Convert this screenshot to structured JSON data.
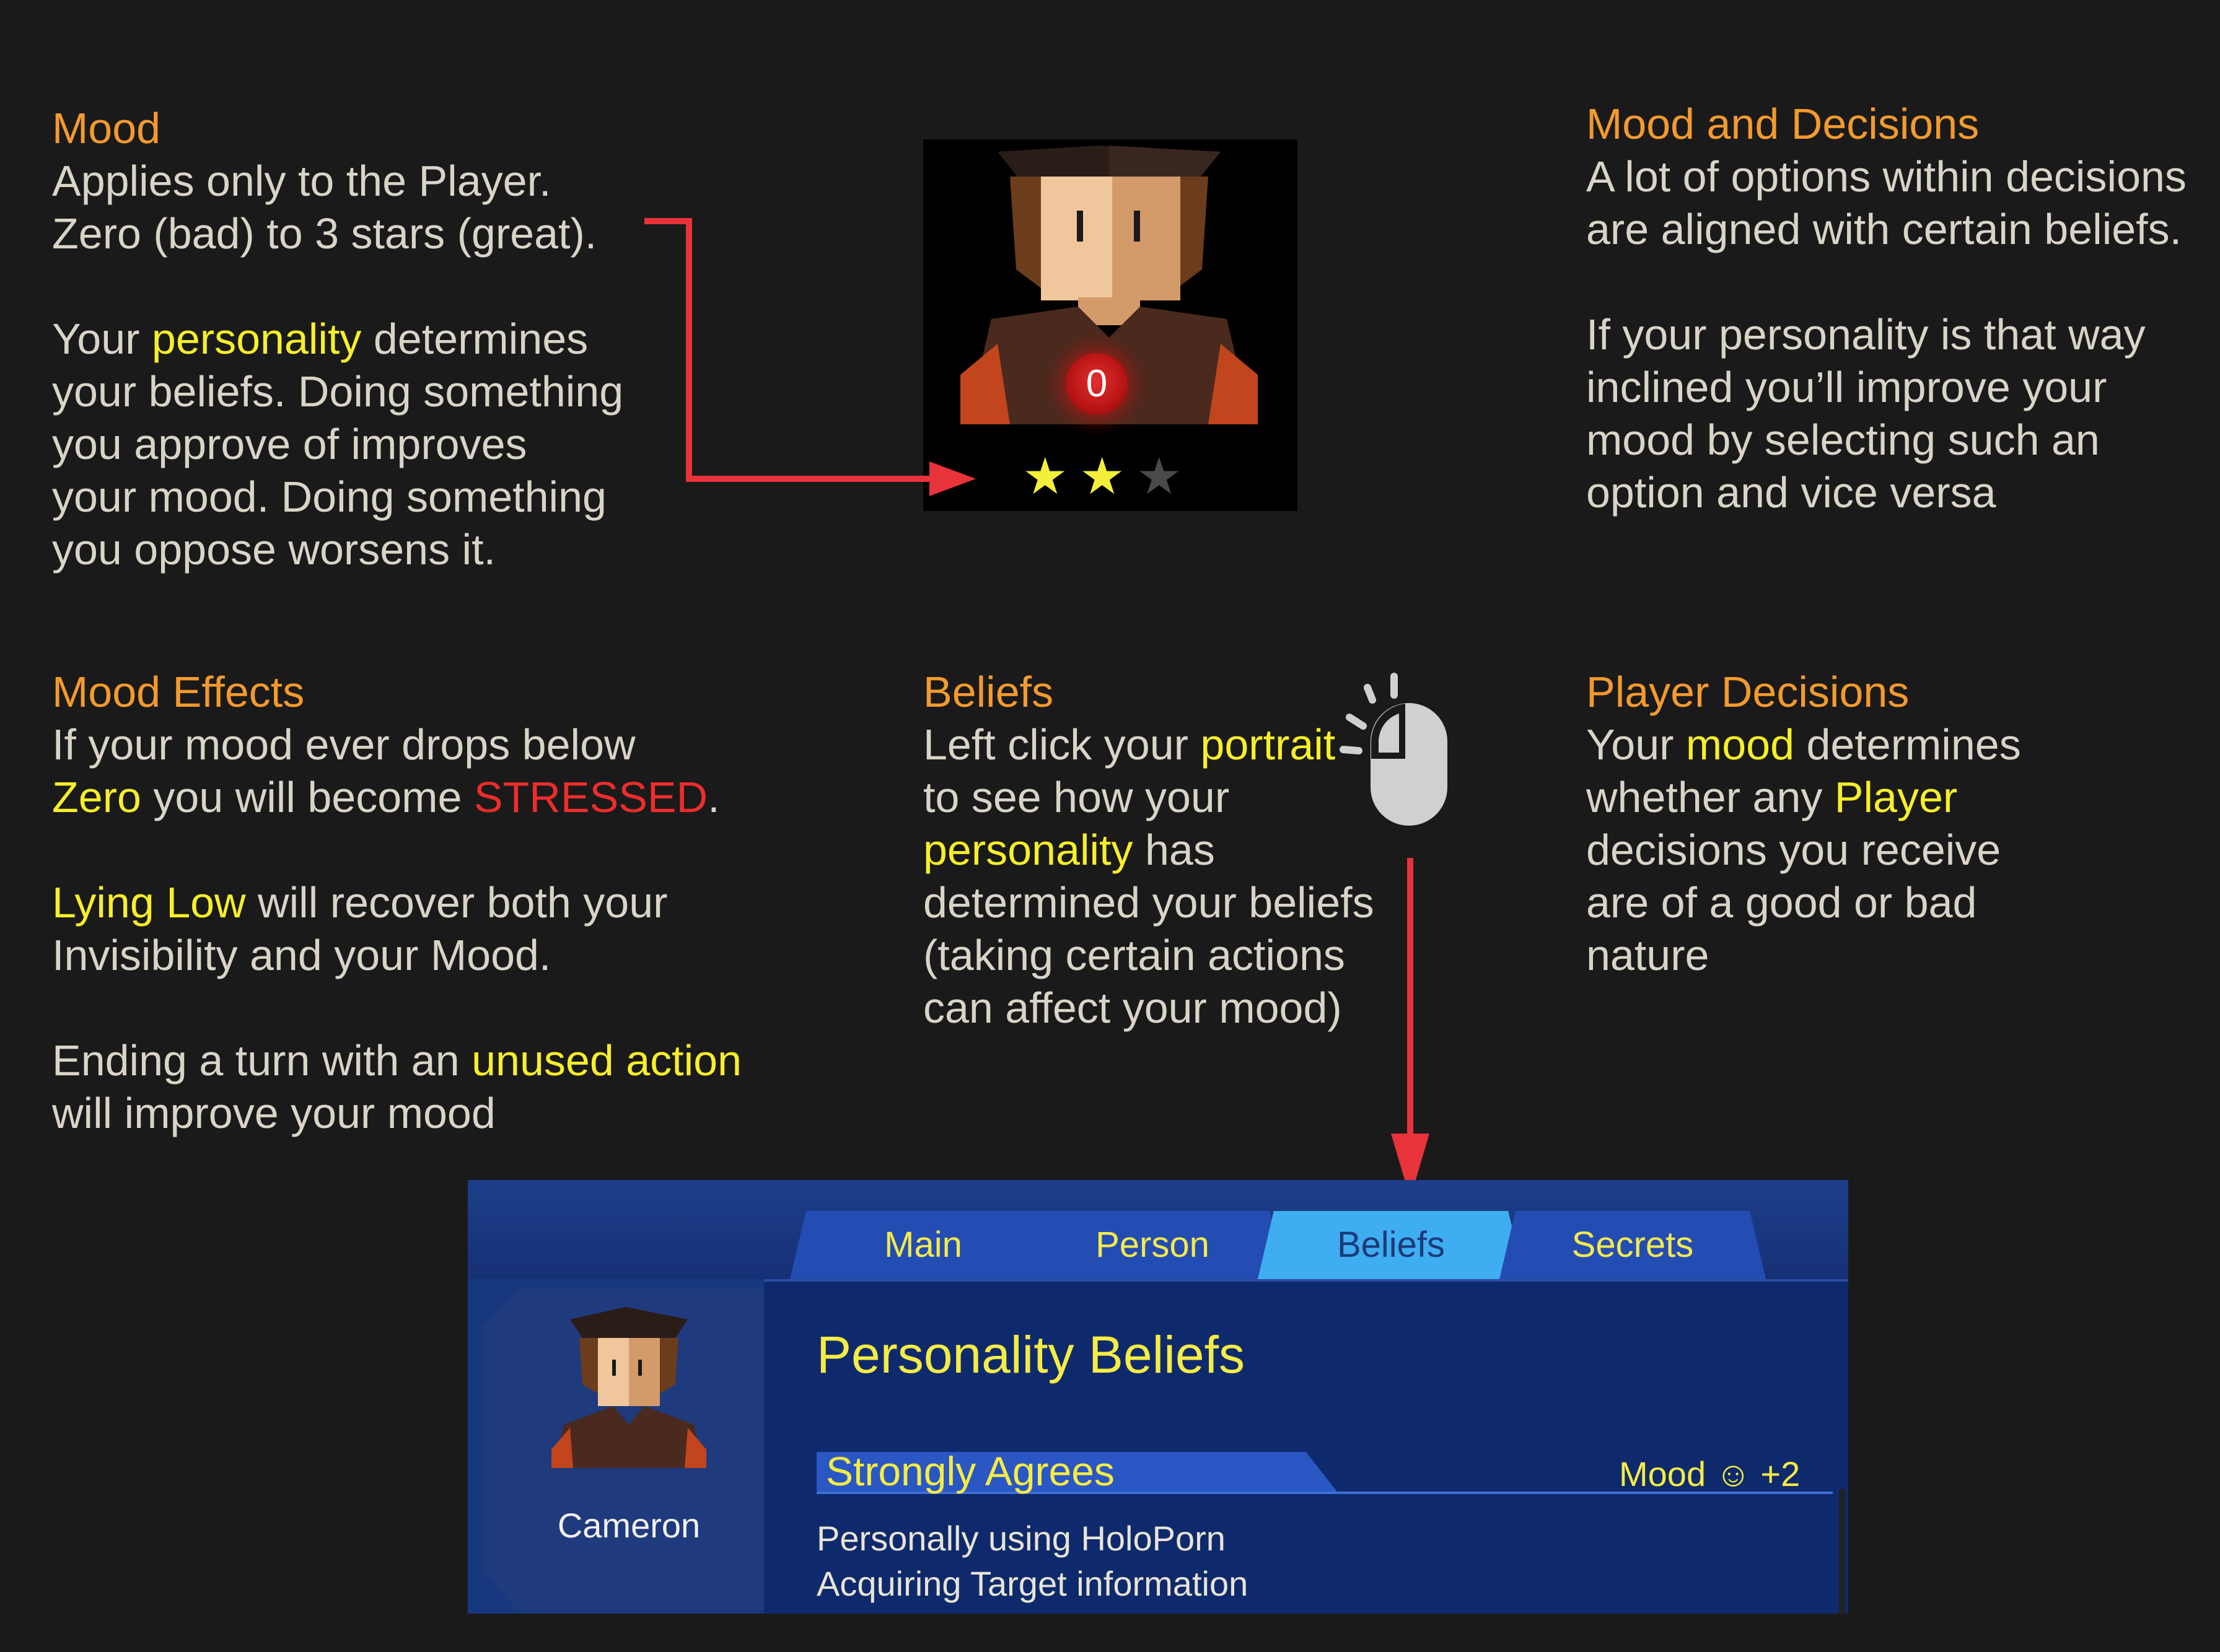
{
  "mood": {
    "title": "Mood",
    "line1": "Applies only to the Player.",
    "line2": "Zero (bad) to 3 stars (great).",
    "p2": [
      [
        {
          "t": "Your "
        },
        {
          "t": "personality",
          "hl": "yellow"
        },
        {
          "t": " determines"
        }
      ],
      [
        {
          "t": "your beliefs. Doing something"
        }
      ],
      [
        {
          "t": "you approve of improves"
        }
      ],
      [
        {
          "t": "your mood. Doing something"
        }
      ],
      [
        {
          "t": "you oppose worsens it."
        }
      ]
    ]
  },
  "mood_decisions": {
    "title": "Mood and Decisions",
    "p1": [
      "A lot of options within decisions",
      "are aligned with certain beliefs."
    ],
    "p2": [
      "If your personality is that way",
      "inclined you’ll improve your",
      "mood by selecting such an",
      "option and vice versa"
    ]
  },
  "mood_effects": {
    "title": "Mood Effects",
    "p1": [
      [
        {
          "t": "If your mood ever drops below"
        }
      ],
      [
        {
          "t": "Zero",
          "hl": "yellow"
        },
        {
          "t": " you will become "
        },
        {
          "t": "STRESSED",
          "hl": "red"
        },
        {
          "t": "."
        }
      ]
    ],
    "p2": [
      [
        {
          "t": "Lying Low",
          "hl": "yellow"
        },
        {
          "t": " will recover both your"
        }
      ],
      [
        {
          "t": "Invisibility and your Mood."
        }
      ]
    ],
    "p3": [
      [
        {
          "t": "Ending a turn with an "
        },
        {
          "t": "unused action",
          "hl": "yellow"
        }
      ],
      [
        {
          "t": "will improve your mood"
        }
      ]
    ]
  },
  "beliefs": {
    "title": "Beliefs",
    "lines": [
      [
        {
          "t": "Left click your "
        },
        {
          "t": "portrait",
          "hl": "yellow"
        }
      ],
      [
        {
          "t": "to see how your"
        }
      ],
      [
        {
          "t": "personality",
          "hl": "yellow"
        },
        {
          "t": " has"
        }
      ],
      [
        {
          "t": "determined your beliefs"
        }
      ],
      [
        {
          "t": "(taking certain actions"
        }
      ],
      [
        {
          "t": "can affect your mood)"
        }
      ]
    ]
  },
  "player_decisions": {
    "title": "Player Decisions",
    "lines": [
      [
        {
          "t": "Your "
        },
        {
          "t": "mood",
          "hl": "yellow"
        },
        {
          "t": " determines"
        }
      ],
      [
        {
          "t": "whether any "
        },
        {
          "t": "Player",
          "hl": "yellow"
        }
      ],
      [
        {
          "t": "decisions you receive"
        }
      ],
      [
        {
          "t": "are of a good or bad"
        }
      ],
      [
        {
          "t": "nature"
        }
      ]
    ]
  },
  "portrait_widget": {
    "mood_value": "0",
    "stars_filled": 2,
    "stars_total": 3,
    "star_glyph": "★",
    "colors": {
      "star_on": "#f4ef3a",
      "star_off": "#4a4a4a"
    }
  },
  "panel": {
    "tabs": [
      {
        "label": "Main",
        "active": false
      },
      {
        "label": "Person",
        "active": false
      },
      {
        "label": "Beliefs",
        "active": true
      },
      {
        "label": "Secrets",
        "active": false
      }
    ],
    "character_name": "Cameron",
    "section_title": "Personality Beliefs",
    "strongly_agrees_label": "Strongly Agrees",
    "mood_label": "Mood ☺ +2",
    "belief_items": [
      "Personally using HoloPorn",
      "Acquiring Target information"
    ]
  },
  "colors": {
    "title": "#f39a2e",
    "highlight": "#f7ef2a",
    "alert": "#ee2c2c",
    "arrow": "#e8333a"
  }
}
